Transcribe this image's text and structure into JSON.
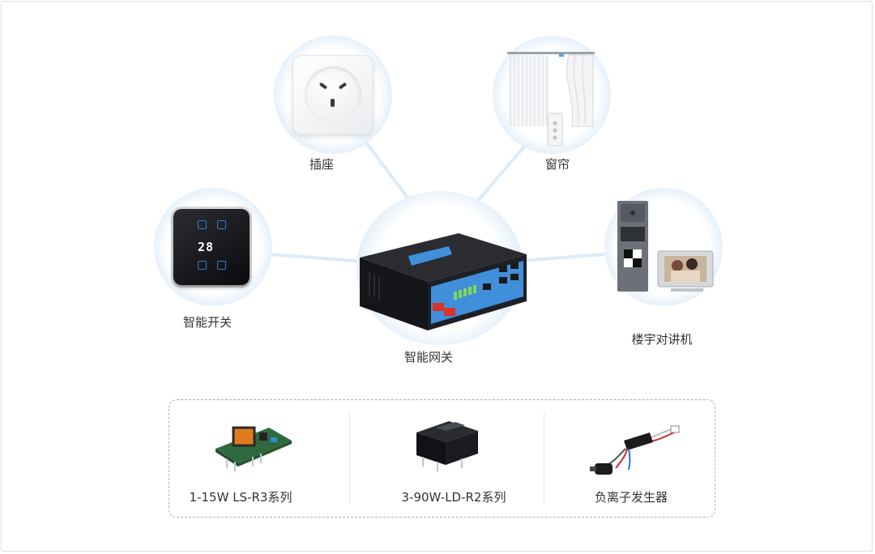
{
  "nodes": {
    "socket": "插座",
    "curtain": "窗帘",
    "switch": "智能开关",
    "gateway": "智能网关",
    "intercom": "楼宇对讲机"
  },
  "switch_display": "28",
  "products": [
    {
      "label": "1-15W LS-R3系列"
    },
    {
      "label": "3-90W-LD-R2系列"
    },
    {
      "label": "负离子发生器"
    }
  ],
  "colors": {
    "link": "#dcebf8",
    "halo": "#e1eefa",
    "gateway_body": "#1b1c20",
    "gateway_panel": "#3f8fdb",
    "panel_border": "#a9aeb5"
  }
}
